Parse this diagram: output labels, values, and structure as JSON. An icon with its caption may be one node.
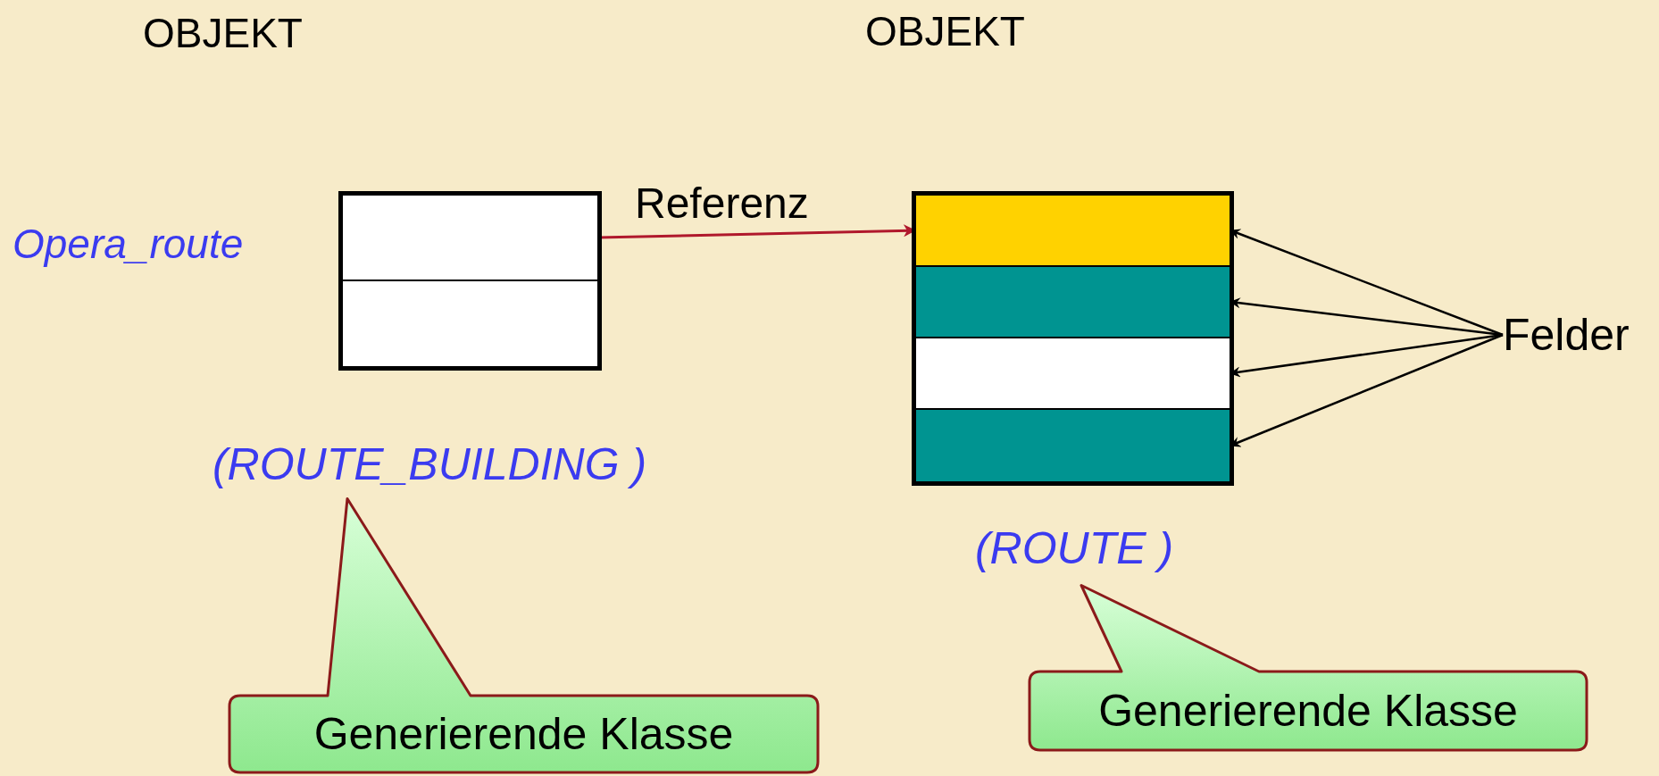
{
  "diagram": {
    "nodes": [
      {
        "text": [],
        "shape": "box",
        "beside": [
          "Opera_route"
        ]
      },
      {
        "text": [],
        "shape": "box",
        "in": 0
      },
      {
        "text": [],
        "shape": "box",
        "in": 0
      },
      {
        "text": [],
        "shape": "box"
      },
      {
        "text": [],
        "shape": "box",
        "in": 3
      },
      {
        "text": [],
        "shape": "box",
        "in": 3
      },
      {
        "text": [],
        "shape": "box",
        "in": 3
      },
      {
        "text": [],
        "shape": "box",
        "in": 3
      },
      {
        "text": [
          "Felder"
        ]
      },
      {
        "text": [
          "(ROUTE_BUILDING )"
        ]
      },
      {
        "text": [
          "(ROUTE )"
        ]
      },
      {
        "text": [
          "Generierende Klasse"
        ]
      },
      {
        "text": [
          "Generierende Klasse"
        ]
      }
    ],
    "edges": [
      {
        "from": 1,
        "to": 4,
        "arrow": "to",
        "label": "Referenz",
        "color": "#b0182c"
      },
      {
        "from": 8,
        "to": 4,
        "arrow": "to"
      },
      {
        "from": 8,
        "to": 5,
        "arrow": "to"
      },
      {
        "from": 8,
        "to": 6,
        "arrow": "to"
      },
      {
        "from": 8,
        "to": 7,
        "arrow": "to"
      }
    ],
    "labels": [
      "OBJEKT",
      "OBJEKT"
    ]
  }
}
